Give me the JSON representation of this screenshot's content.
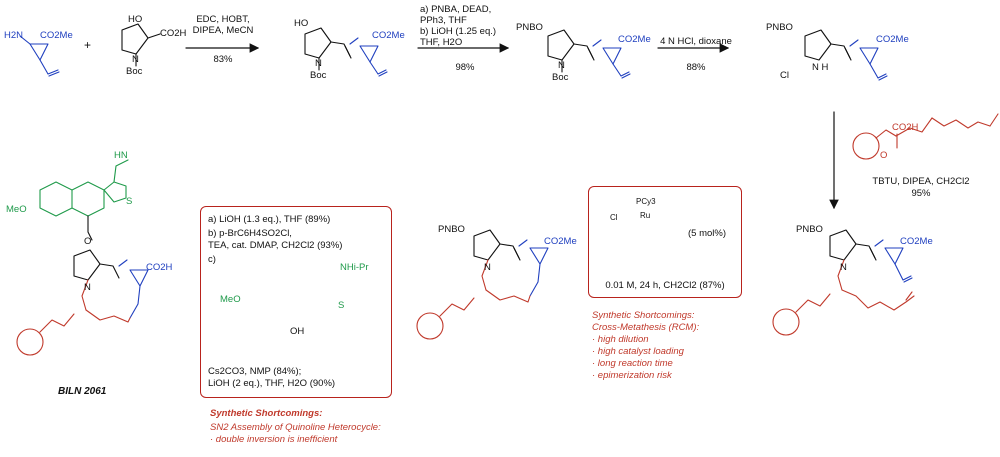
{
  "step1": {
    "lines": [
      "EDC, HOBT,",
      "DIPEA, MeCN"
    ],
    "yield": "83%"
  },
  "step2": {
    "lines": [
      "a) PNBA, DEAD,",
      "PPh3, THF",
      "b) LiOH (1.25 eq.)",
      "THF, H2O"
    ],
    "yield": "98%"
  },
  "step3": {
    "line": "4 N HCl, dioxane",
    "yield": "88%"
  },
  "step4": {
    "line": "TBTU, DIPEA, CH2Cl2",
    "yield": "95%"
  },
  "rcm_box": {
    "catalyst_loading": "(5 mol%)",
    "conditions": "0.01 M, 24 h, CH2Cl2 (87%)"
  },
  "rcm_shortcomings": {
    "title": "Synthetic Shortcomings:",
    "subtitle": "Cross-Metathesis (RCM):",
    "items": [
      "· high dilution",
      "· high catalyst loading",
      "· long reaction time",
      "· epimerization risk"
    ]
  },
  "left_box": {
    "a": "a) LiOH (1.3 eq.), THF (89%)",
    "b1": "b) p-BrC6H4SO2Cl,",
    "b2": "TEA, cat. DMAP, CH2Cl2 (93%)",
    "c": "c)",
    "c1": "Cs2CO3, NMP (84%);",
    "c2": "LiOH (2 eq.), THF, H2O (90%)"
  },
  "sn2_shortcomings": {
    "title": "Synthetic Shortcomings:",
    "subtitle": "SN2 Assembly of Quinoline Heterocycle:",
    "items": [
      "· double inversion is inefficient"
    ]
  },
  "product_name": "BILN 2061",
  "labels": {
    "h2n": "H2N",
    "co2me": "CO2Me",
    "co2h": "CO2H",
    "ho": "HO",
    "boc": "Boc",
    "n": "N",
    "pnbo": "PNBO",
    "cl": "Cl",
    "h": "H",
    "o": "O",
    "ru": "Ru",
    "pcy3": "PCy3",
    "meo": "MeO",
    "oh": "OH",
    "s": "S",
    "nhipr": "NHi-Pr",
    "hn": "HN",
    "nh": "N H",
    "plus": "+"
  },
  "colors": {
    "red": "#c0392b",
    "blue": "#1f3fbf",
    "green": "#1f9a4a",
    "black": "#111111"
  }
}
